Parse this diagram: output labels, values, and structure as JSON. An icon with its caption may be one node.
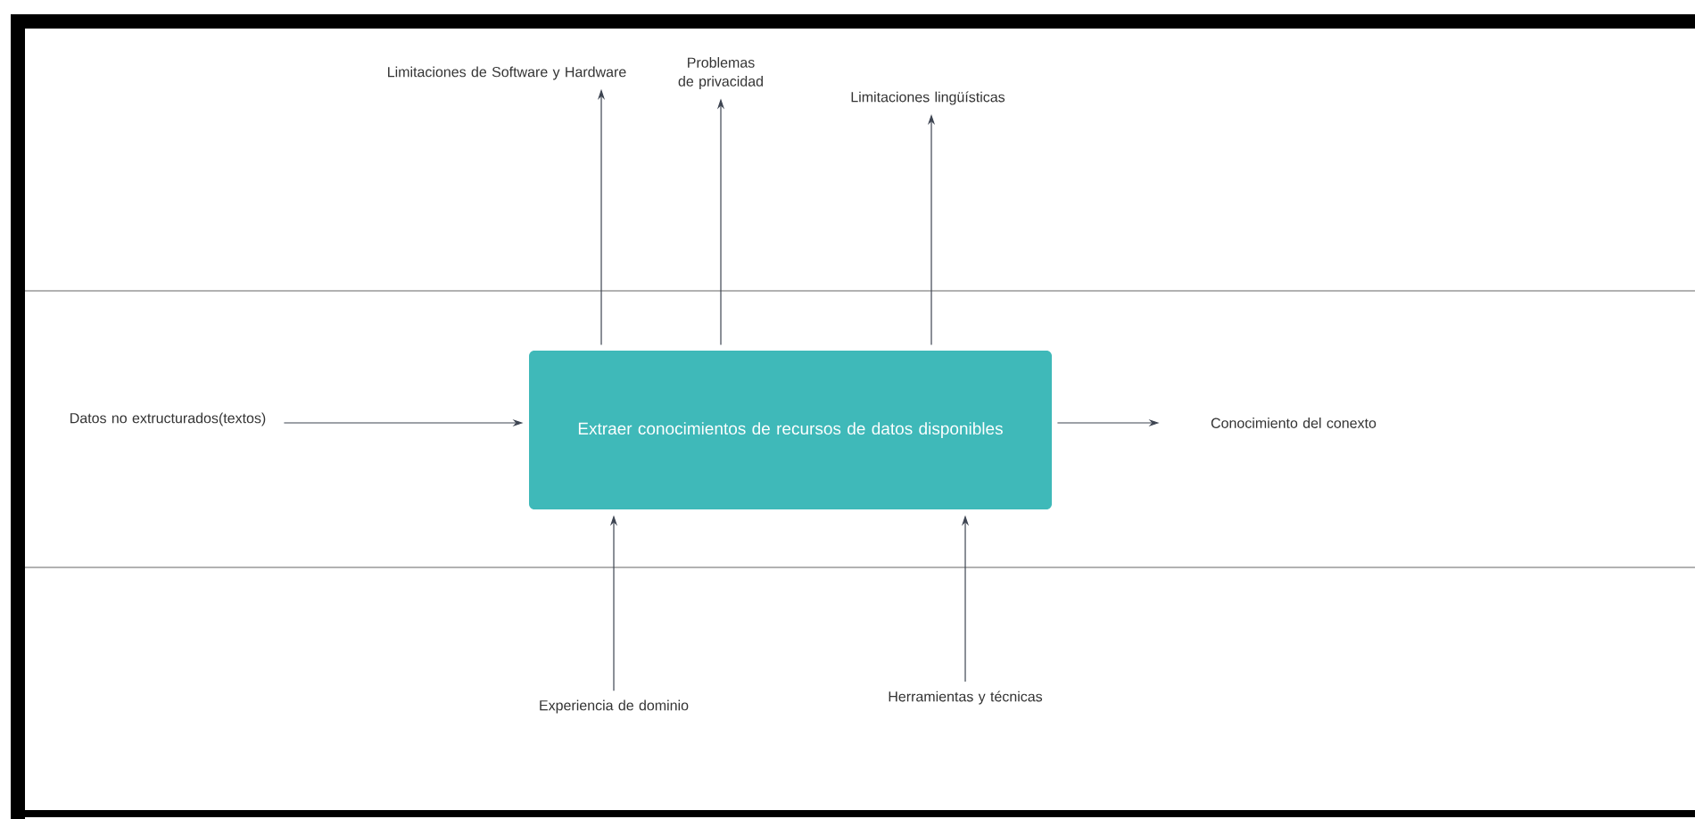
{
  "diagram": {
    "nodes": [
      {
        "text": [
          "Extraer conocimientos de recursos de datos disponibles"
        ]
      },
      {
        "text": [
          "Limitaciones de Software y Hardware"
        ]
      },
      {
        "text": [
          "Problemas de privacidad"
        ]
      },
      {
        "text": [
          "Limitaciones lingüísticas"
        ]
      },
      {
        "text": [
          "Datos no extructurados(textos)"
        ]
      },
      {
        "text": [
          "Conocimiento del conexto"
        ]
      },
      {
        "text": [
          "Experiencia de dominio"
        ]
      },
      {
        "text": [
          "Herramientas y técnicas"
        ]
      }
    ],
    "edges": [
      {
        "from": 0,
        "to": 1,
        "arrow": "to"
      },
      {
        "from": 0,
        "to": 2,
        "arrow": "to"
      },
      {
        "from": 0,
        "to": 3,
        "arrow": "to"
      },
      {
        "from": 4,
        "to": 0,
        "arrow": "to"
      },
      {
        "from": 0,
        "to": 5,
        "arrow": "to"
      },
      {
        "from": 6,
        "to": 0,
        "arrow": "to"
      },
      {
        "from": 7,
        "to": 0,
        "arrow": "to"
      }
    ]
  }
}
